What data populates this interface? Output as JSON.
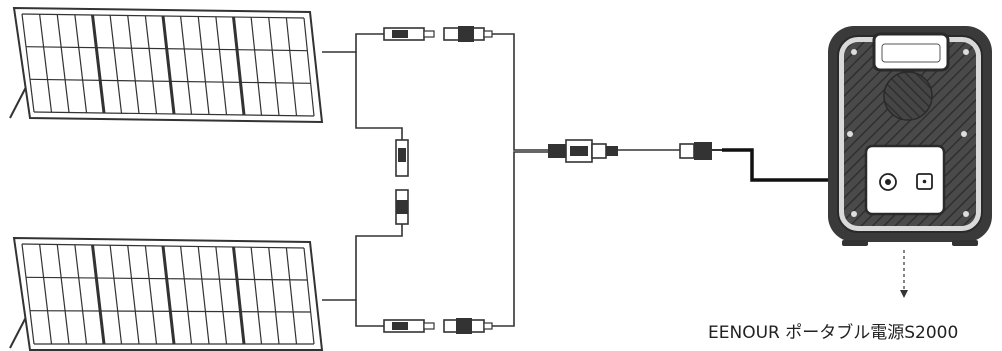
{
  "caption": "EENOUR ポータブル電源S2000",
  "colors": {
    "line": "#333333",
    "panel_fill": "#ffffff",
    "station_body": "#3a3a3a",
    "station_face": "#4a4a4a",
    "arrow": "#111111"
  },
  "components": {
    "solar_panels": 2,
    "panel_cells_per_row": 16,
    "panel_cell_rows": 3,
    "connector_pairs": 4,
    "y_branch_connector": 1,
    "extension_cable": 1,
    "power_station": 1
  },
  "icons": [
    "solar-panel-icon",
    "mc4-connector-icon",
    "y-branch-connector-icon",
    "power-station-icon",
    "input-port-icon",
    "arrow-icon"
  ]
}
